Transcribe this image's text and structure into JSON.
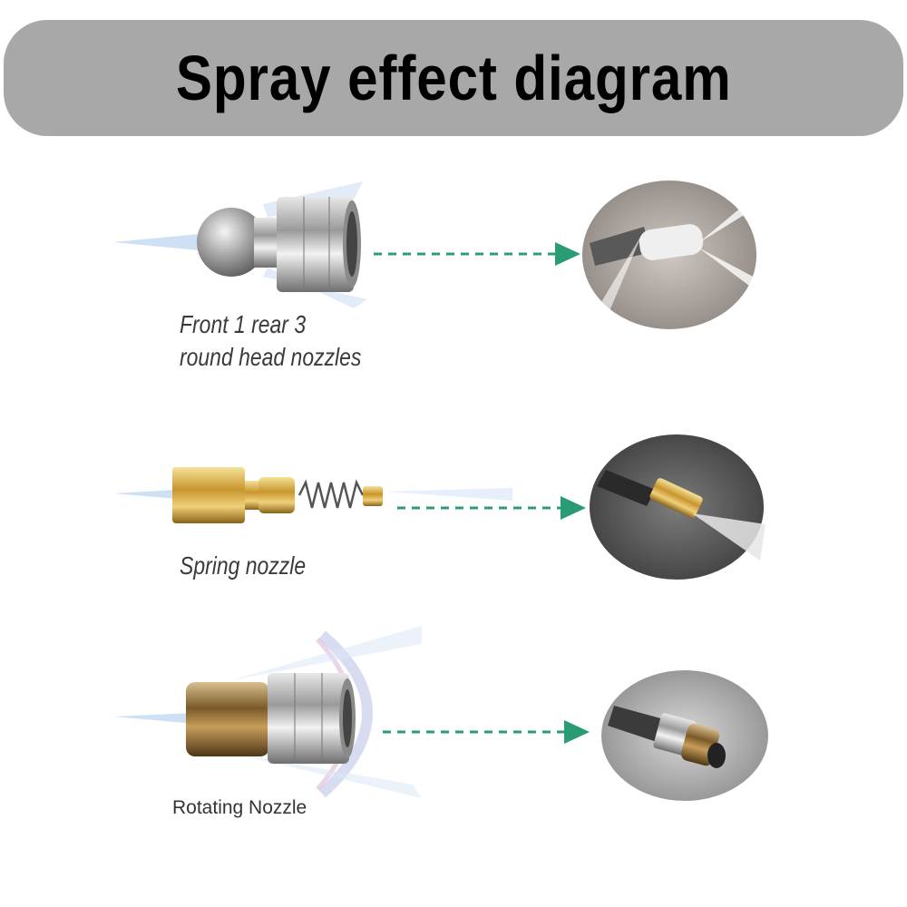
{
  "header": {
    "title": "Spray effect diagram"
  },
  "colors": {
    "title_bar": "#a8a8a8",
    "arrow": "#2a9c73",
    "spray": "#a9c8ea"
  },
  "items": [
    {
      "caption_line1": "Front 1 rear 3",
      "caption_line2": "round head nozzles",
      "nozzle_icon": "round-head-nozzle-icon"
    },
    {
      "caption_line1": "Spring nozzle",
      "nozzle_icon": "spring-nozzle-icon"
    },
    {
      "caption_line1": "Rotating Nozzle",
      "nozzle_icon": "rotating-nozzle-icon"
    }
  ]
}
